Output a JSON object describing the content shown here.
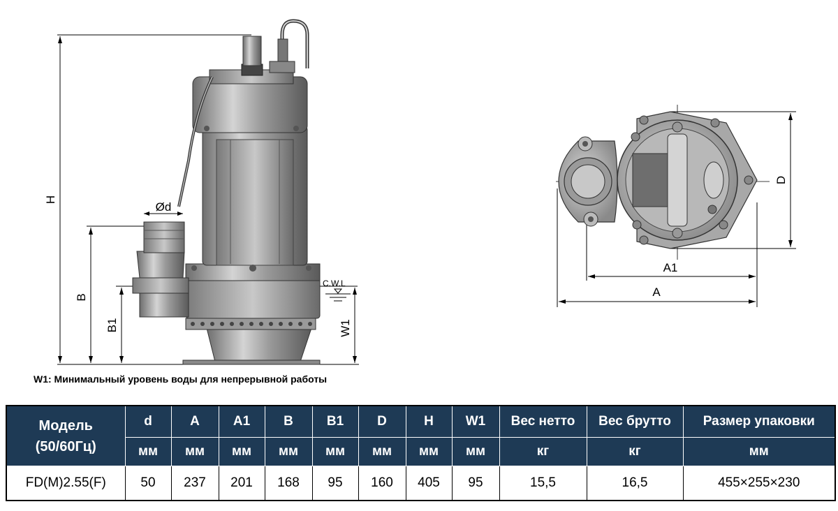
{
  "drawing": {
    "side_labels": {
      "H": "H",
      "B": "B",
      "B1": "B1",
      "W1": "W1",
      "d": "Ød",
      "cwl": "C.W.L"
    },
    "top_labels": {
      "A1": "A1",
      "A": "A",
      "D": "D"
    }
  },
  "note": "W1: Минимальный уровень воды для непрерывной работы",
  "table": {
    "model_header_line1": "Модель",
    "model_header_line2": "(50/60Гц)",
    "columns": [
      {
        "label": "d",
        "unit": "мм"
      },
      {
        "label": "A",
        "unit": "мм"
      },
      {
        "label": "A1",
        "unit": "мм"
      },
      {
        "label": "B",
        "unit": "мм"
      },
      {
        "label": "B1",
        "unit": "мм"
      },
      {
        "label": "D",
        "unit": "мм"
      },
      {
        "label": "H",
        "unit": "мм"
      },
      {
        "label": "W1",
        "unit": "мм"
      },
      {
        "label": "Вес нетто",
        "unit": "кг"
      },
      {
        "label": "Вес брутто",
        "unit": "кг"
      },
      {
        "label": "Размер упаковки",
        "unit": "мм"
      }
    ],
    "rows": [
      {
        "model": "FD(M)2.55(F)",
        "values": [
          "50",
          "237",
          "201",
          "168",
          "95",
          "160",
          "405",
          "95",
          "15,5",
          "16,5",
          "455×255×230"
        ]
      }
    ]
  }
}
